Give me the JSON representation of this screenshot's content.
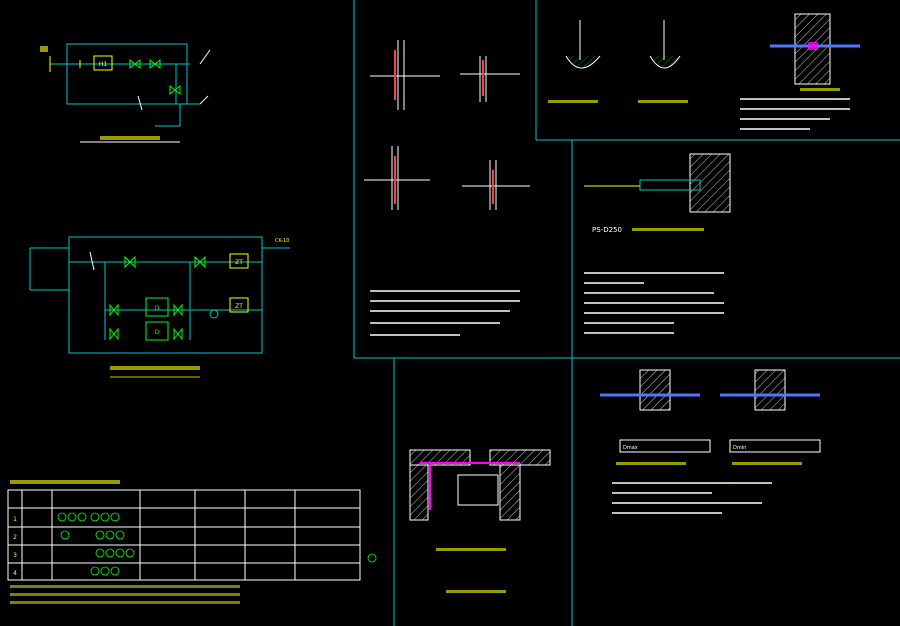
{
  "colors": {
    "background": "#000000",
    "frame": "#00c8c8",
    "pipe": "#00c8c8",
    "text": "#ffff00",
    "valve": "#00ff00",
    "wall": "#ff4040",
    "magenta": "#ff00ff",
    "white": "#ffffff",
    "blue": "#4a78ff"
  },
  "labels": {
    "d1_eq1": "H1",
    "d2_eq1": "ZT",
    "d2_eq2": "ZT",
    "d2_eq3": "D",
    "d2_eq4": "D",
    "d2_out": "CK-10",
    "tbl_r1": "1",
    "tbl_r2": "2",
    "tbl_r3": "3",
    "tbl_r4": "4",
    "ps_code": "PS-D250",
    "d6_a": "Dmax",
    "d6_b": "Dmin"
  },
  "icons": [
    "gate-valve-icon",
    "check-valve-icon",
    "pressure-gauge-icon",
    "filter-icon",
    "wall-hatch-icon"
  ]
}
